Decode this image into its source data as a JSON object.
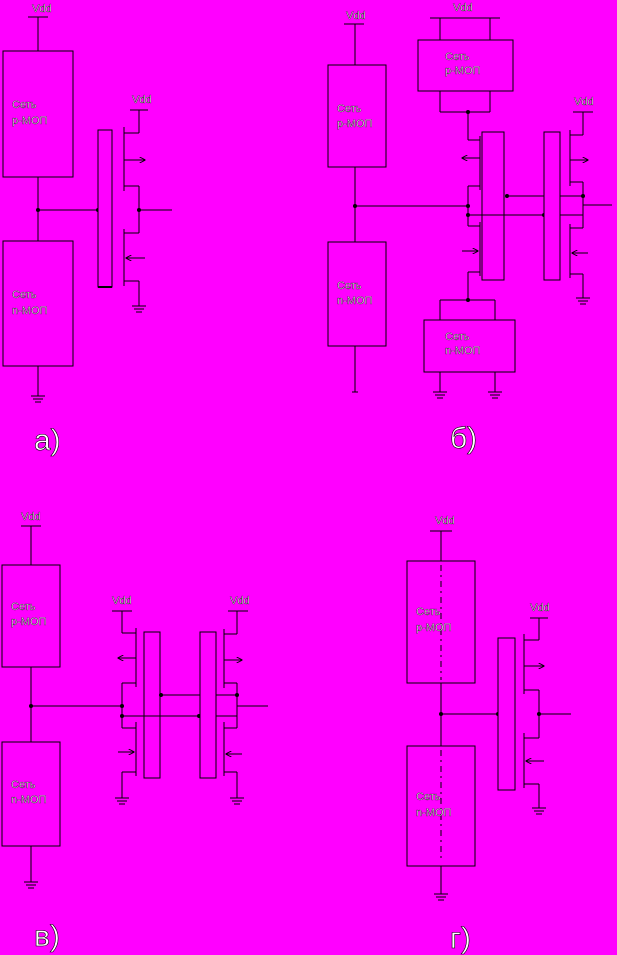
{
  "labels": {
    "vdd": "Vdd",
    "p_net_line1": "Сеть",
    "p_net_line2": "р-МОП",
    "n_net_line1": "Сеть",
    "n_net_line2": "n-МОП"
  },
  "captions": {
    "a": "а)",
    "b": "б)",
    "v": "в)",
    "g": "г)"
  }
}
